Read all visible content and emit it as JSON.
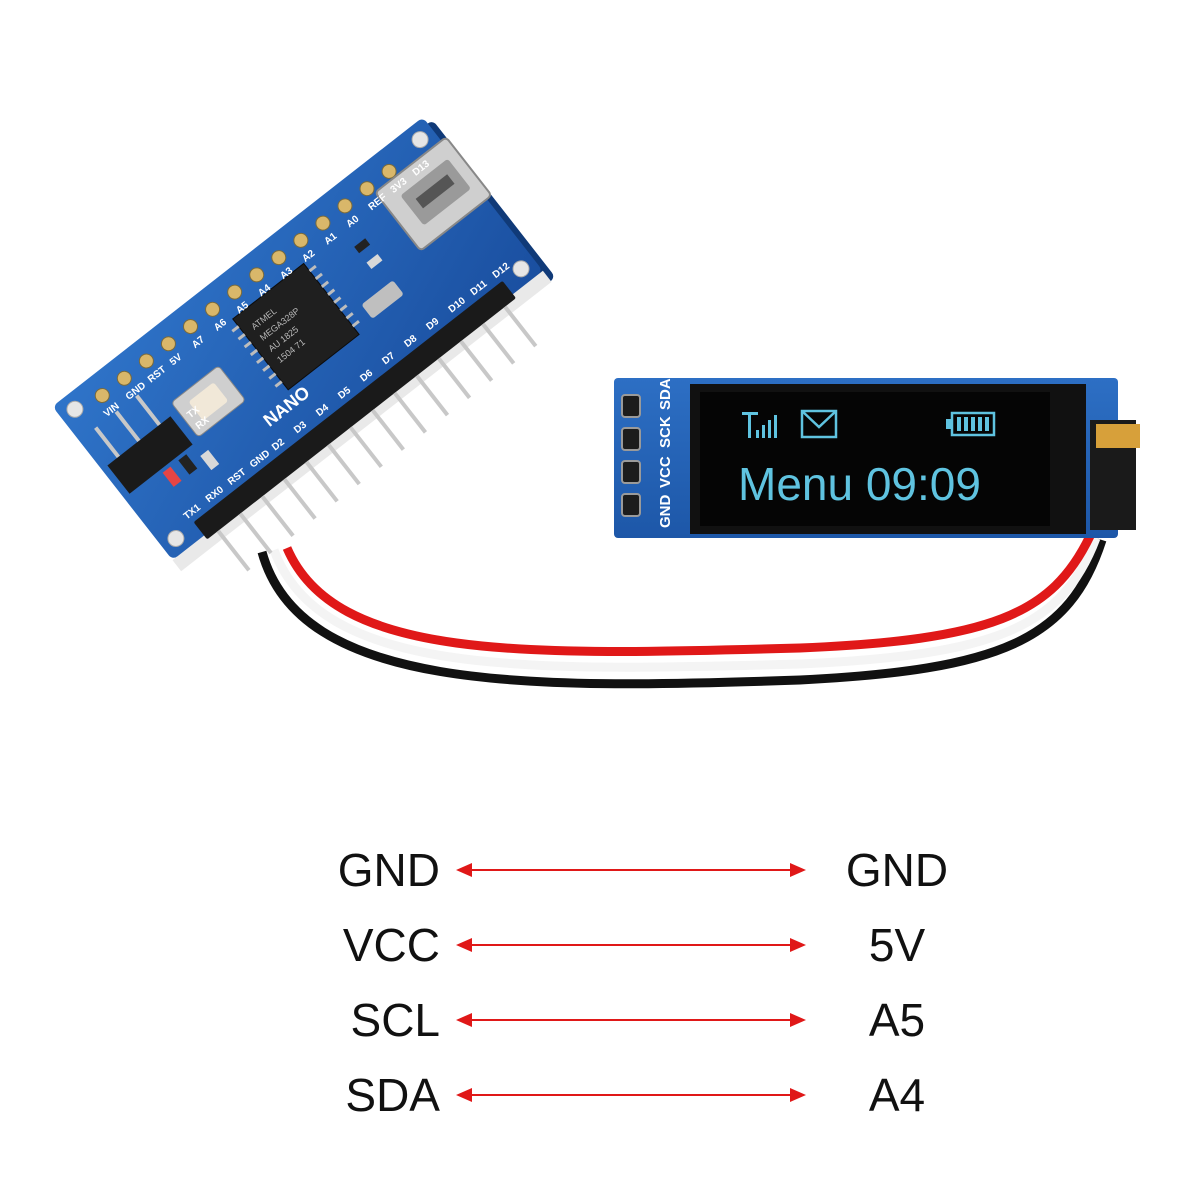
{
  "board": {
    "name": "NANO",
    "chip_text": [
      "ATMEL",
      "MEGA328P",
      "AU 1825",
      "1504 71"
    ],
    "pins_left": [
      "TX1",
      "RX0",
      "RST",
      "GND",
      "D2",
      "D3",
      "D4",
      "D5",
      "D6",
      "D7",
      "D8",
      "D9",
      "D10",
      "D11",
      "D12"
    ],
    "pins_right": [
      "VIN",
      "GND",
      "RST",
      "5V",
      "A7",
      "A6",
      "A5",
      "A4",
      "A3",
      "A2",
      "A1",
      "A0",
      "REF",
      "3V3",
      "D13"
    ],
    "icsp_labels": [
      "TX",
      "RX"
    ]
  },
  "oled": {
    "header_pins": [
      "GND",
      "VCC",
      "SCK",
      "SDA"
    ],
    "screen_text": "Menu 09:09",
    "icons": [
      "signal-icon",
      "mail-icon",
      "battery-icon"
    ],
    "text_color": "#5fc3e0"
  },
  "wires": {
    "colors": [
      "#111111",
      "#ffffff",
      "#e01818"
    ]
  },
  "connections": [
    {
      "left": "GND",
      "right": "GND"
    },
    {
      "left": "VCC",
      "right": "5V"
    },
    {
      "left": "SCL",
      "right": "A5"
    },
    {
      "left": "SDA",
      "right": "A4"
    }
  ],
  "arrow_color": "#e01818"
}
